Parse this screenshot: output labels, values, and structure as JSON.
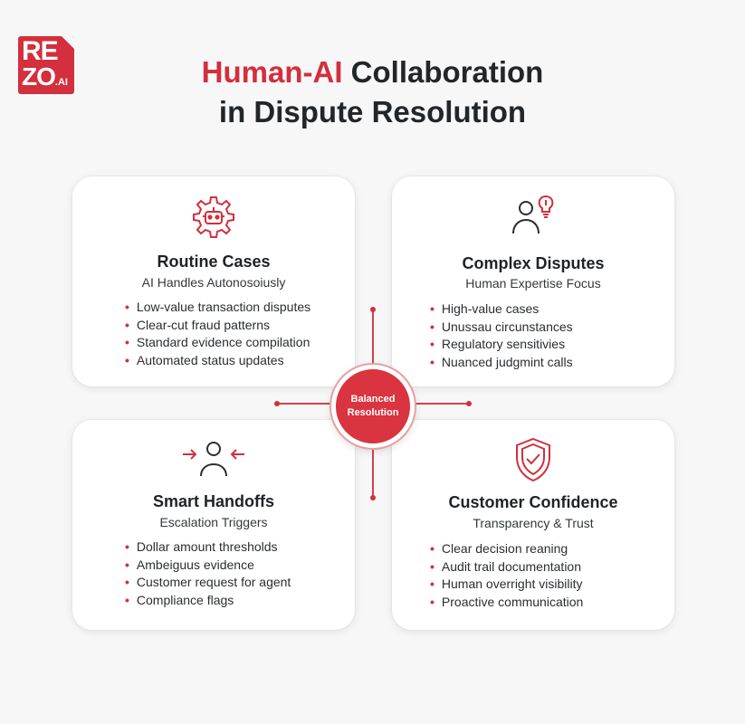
{
  "logo": {
    "line1": "RE",
    "line2": "ZO",
    "suffix": ".AI"
  },
  "title": {
    "accent": "Human-AI",
    "rest_line1": " Collaboration",
    "line2": "in Dispute Resolution"
  },
  "center": {
    "line1": "Balanced",
    "line2": "Resolution"
  },
  "colors": {
    "accent": "#d32f3c",
    "card": "#ffffff",
    "background": "#f7f7f8"
  },
  "cards": [
    {
      "icon": "robot-gear-icon",
      "title": "Routine Cases",
      "subtitle": "AI Handles Autonosoiusly",
      "items": [
        "Low-value transaction disputes",
        "Clear-cut fraud patterns",
        "Standard evidence compilation",
        "Automated status updates"
      ]
    },
    {
      "icon": "person-lightbulb-icon",
      "title": "Complex Disputes",
      "subtitle": "Human Expertise Focus",
      "items": [
        "High-value cases",
        "Unussau circunstances",
        "Regulatory sensitivies",
        "Nuanced judgmint calls"
      ]
    },
    {
      "icon": "person-arrows-icon",
      "title": "Smart Handoffs",
      "subtitle": "Escalation Triggers",
      "items": [
        "Dollar amount thresholds",
        "Ambeiguus evidence",
        "Customer request for agent",
        "Compliance flags"
      ]
    },
    {
      "icon": "shield-check-icon",
      "title": "Customer Confidence",
      "subtitle": "Transparency & Trust",
      "items": [
        "Clear decision reaning",
        "Audit trail documentation",
        "Human overright visibility",
        "Proactive communication"
      ]
    }
  ]
}
